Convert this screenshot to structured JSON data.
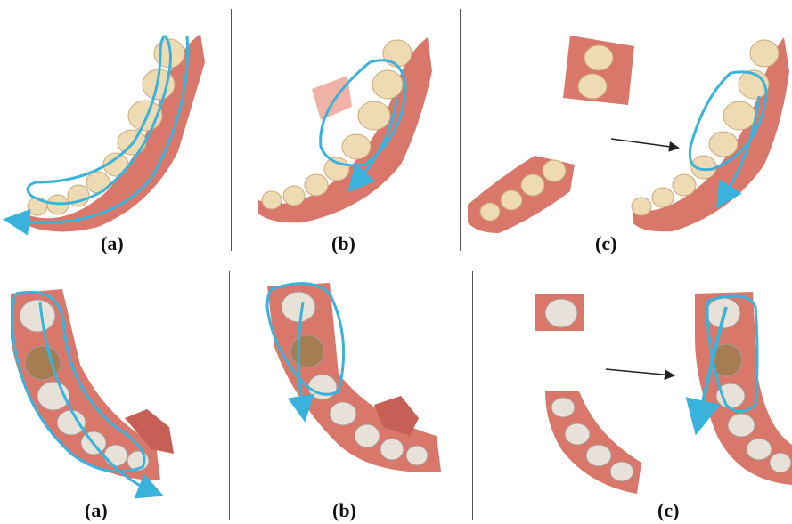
{
  "figure": {
    "top_row": {
      "panels": [
        {
          "label": "(a)"
        },
        {
          "label": "(b)"
        },
        {
          "label": "(c)"
        }
      ]
    },
    "bottom_row": {
      "panels": [
        {
          "label": "(a)"
        },
        {
          "label": "(b)"
        },
        {
          "label": "(c)"
        }
      ]
    },
    "colors": {
      "scan_path": "#3ab3dc",
      "gum": "#d9776b",
      "gum_light": "#f0a89c",
      "tooth": "#eedbb4",
      "tooth_lower": "#e8e1d8",
      "divider": "#555555"
    },
    "icons": [
      "arrow-icon"
    ]
  }
}
